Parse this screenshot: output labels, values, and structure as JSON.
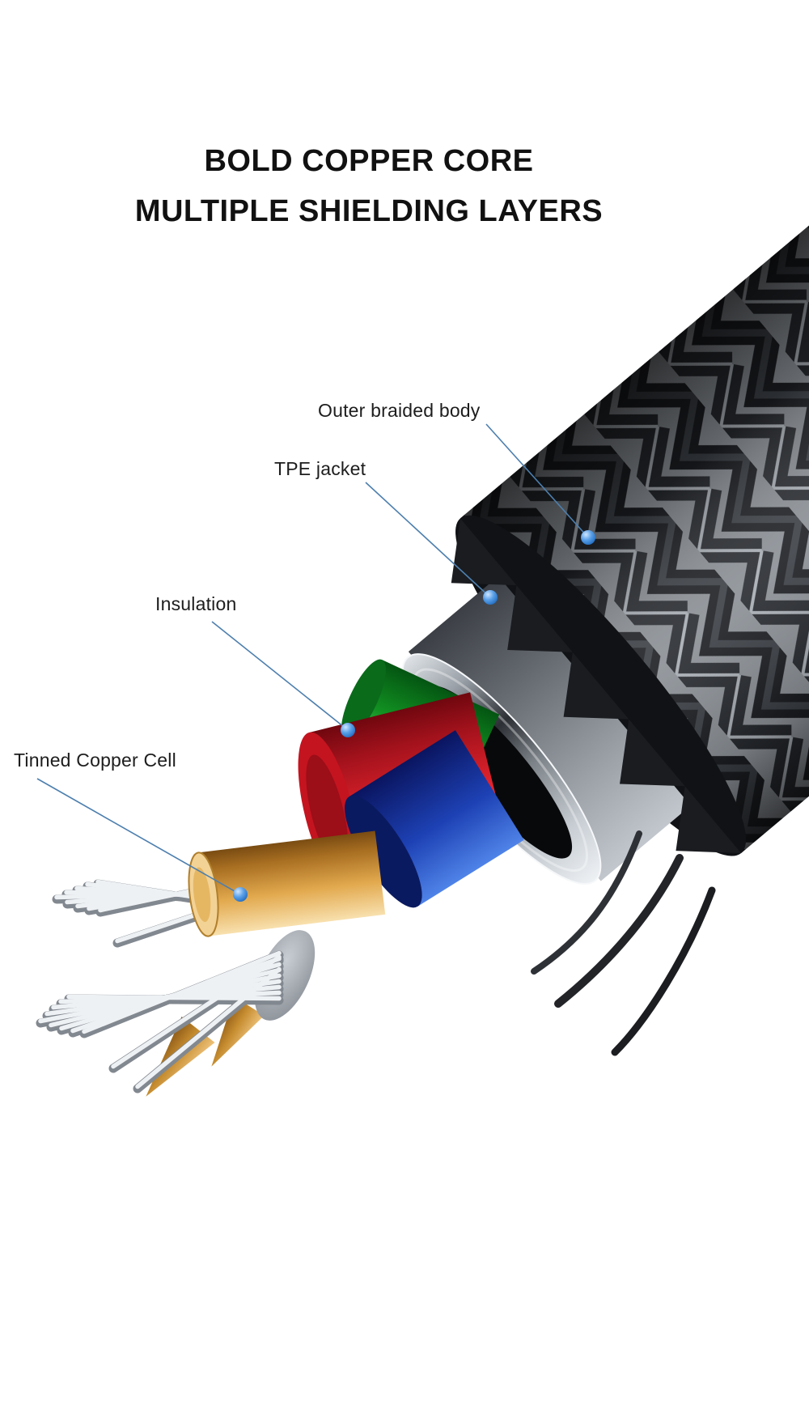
{
  "title": {
    "line1": "BOLD COPPER CORE",
    "line2": "MULTIPLE SHIELDING LAYERS"
  },
  "callouts": [
    {
      "id": "outer-braided-body",
      "text": "Outer braided body"
    },
    {
      "id": "tpe-jacket",
      "text": "TPE jacket"
    },
    {
      "id": "insulation",
      "text": "Insulation"
    },
    {
      "id": "tinned-copper-cell",
      "text": "Tinned Copper Cell"
    }
  ],
  "colors": {
    "background": "#ffffff",
    "title_text": "#111111",
    "label_text": "#1d1d1d",
    "callout_line": "#4d7fae",
    "callout_dot": "#1e6ac1",
    "braid_dark": "#1b1d21",
    "braid_gray": "#8a8f95",
    "jacket_gray": "#7c8187",
    "shield_chrome": "#c9ced4",
    "insulation_green": "#129222",
    "insulation_red": "#d81f2a",
    "insulation_blue": "#1d41b4",
    "copper_core": "#e2a94e",
    "tinned_strand": "#e8ecef"
  }
}
